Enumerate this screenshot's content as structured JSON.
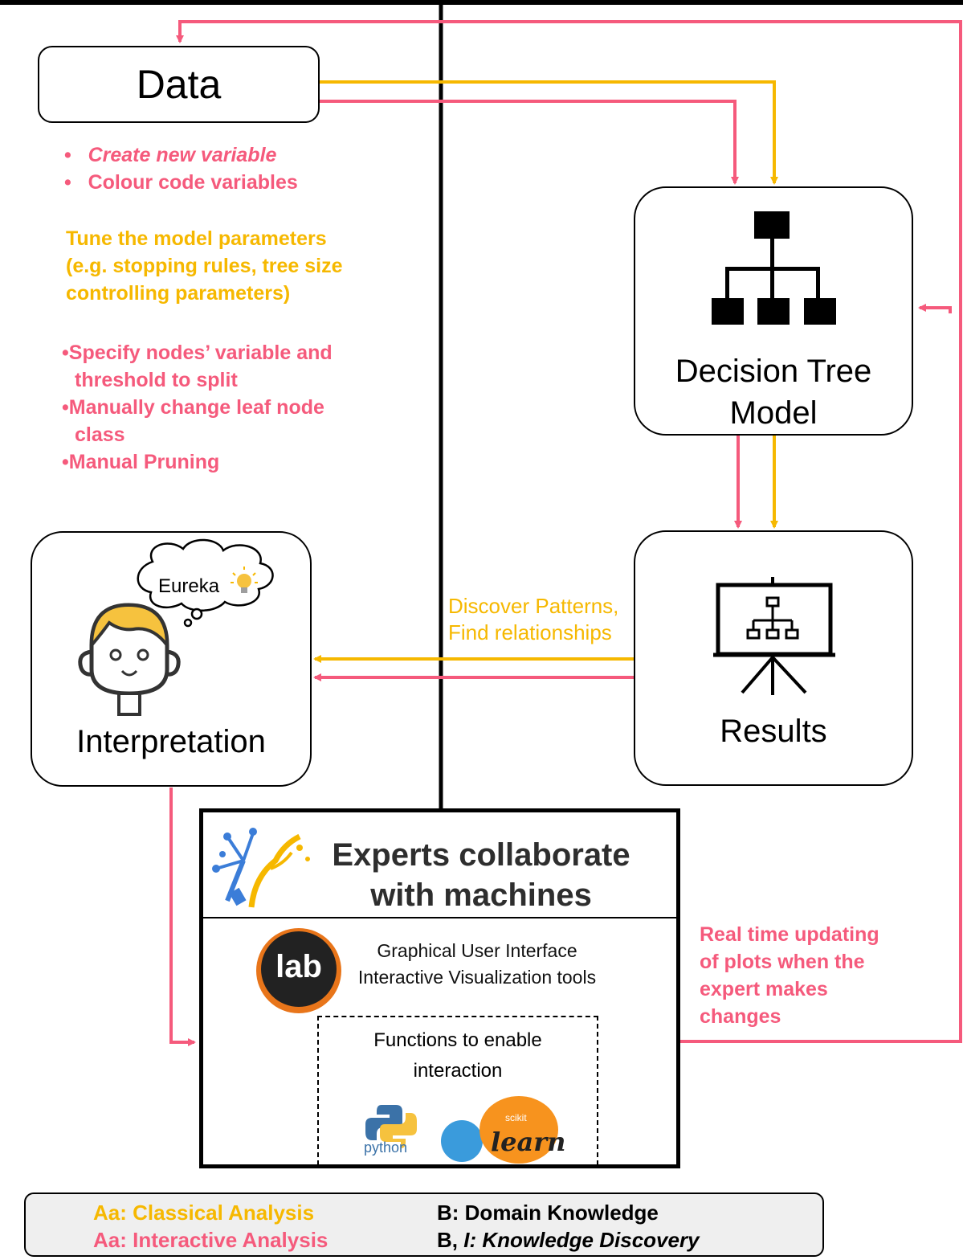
{
  "colors": {
    "pink": "#F55A7C",
    "yellow": "#F6B800",
    "black": "#000000"
  },
  "nodes": {
    "data": "Data",
    "decision_tree": [
      "Decision Tree",
      "Model"
    ],
    "results": "Results",
    "interpretation": "Interpretation",
    "eureka": "Eureka"
  },
  "notes": {
    "create_var": "Create new variable",
    "colour_code": "Colour code variables",
    "tune": [
      "Tune the model parameters",
      "(e.g. stopping rules, tree size",
      "controlling parameters)"
    ],
    "specify_1": "Specify nodes’ variable and",
    "specify_2": "threshold to split",
    "manual_leaf_1": "Manually change leaf node",
    "manual_leaf_2": "class",
    "manual_prune": "Manual Pruning",
    "discover": [
      "Discover Patterns,",
      "Find relationships"
    ],
    "realtime": [
      "Real time updating",
      "of plots when the",
      "expert makes",
      "changes"
    ]
  },
  "experts": {
    "title": [
      "Experts collaborate",
      "with machines"
    ],
    "lab_logo": "lab",
    "gui_1": "Graphical User Interface",
    "gui_2": "Interactive Visualization tools",
    "functions": [
      "Functions to enable",
      "interaction"
    ],
    "python_label": "python",
    "scikit_small": "scikit",
    "scikit_big": "learn"
  },
  "legend": {
    "classical": "Aa: Classical Analysis",
    "interactive": "Aa: Interactive Analysis",
    "domain": "B: Domain Knowledge",
    "discovery_b": "B, ",
    "discovery_i": "I",
    "discovery_rest": ": Knowledge Discovery"
  }
}
